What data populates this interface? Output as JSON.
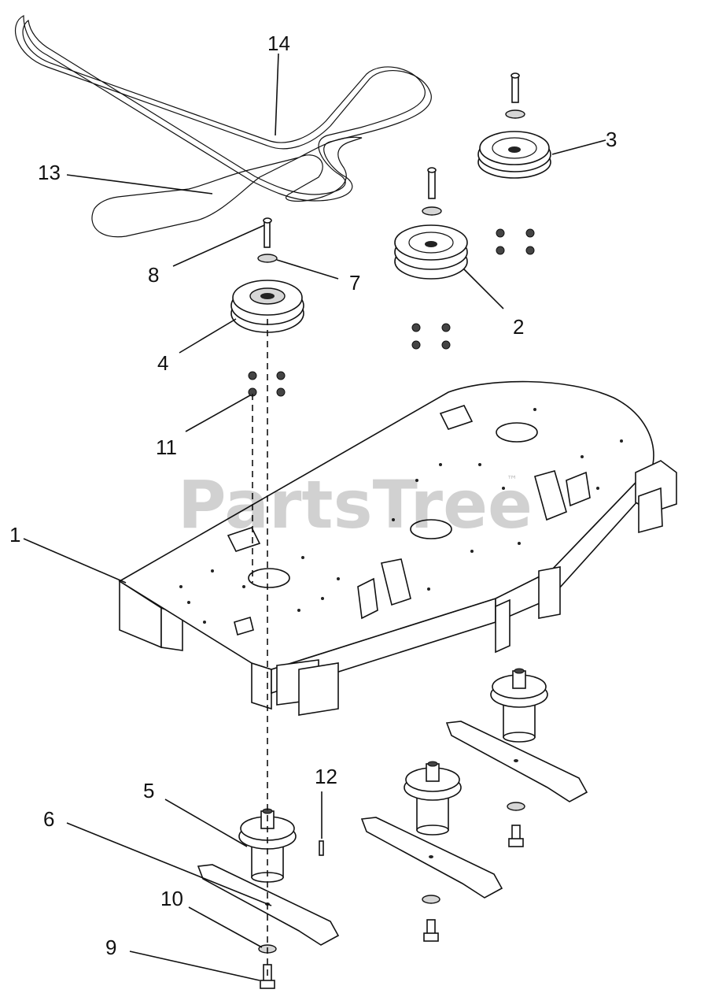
{
  "watermark": {
    "text": "PartsTree",
    "trademark": "™"
  },
  "callouts": [
    {
      "id": "1",
      "label": "1"
    },
    {
      "id": "2",
      "label": "2"
    },
    {
      "id": "3",
      "label": "3"
    },
    {
      "id": "4",
      "label": "4"
    },
    {
      "id": "5",
      "label": "5"
    },
    {
      "id": "6",
      "label": "6"
    },
    {
      "id": "7",
      "label": "7"
    },
    {
      "id": "8",
      "label": "8"
    },
    {
      "id": "9",
      "label": "9"
    },
    {
      "id": "10",
      "label": "10"
    },
    {
      "id": "11",
      "label": "11"
    },
    {
      "id": "12",
      "label": "12"
    },
    {
      "id": "13",
      "label": "13"
    },
    {
      "id": "14",
      "label": "14"
    }
  ]
}
